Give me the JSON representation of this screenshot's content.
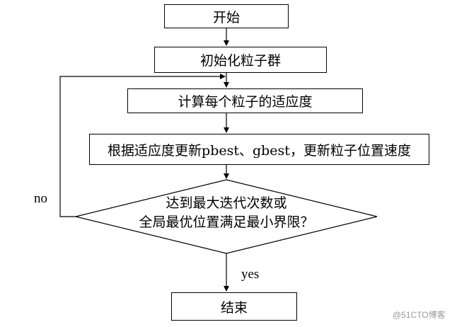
{
  "flowchart": {
    "start": "开始",
    "init": "初始化粒子群",
    "fitness": "计算每个粒子的适应度",
    "update": "根据适应度更新pbest、gbest，更新粒子位置速度",
    "decision_line1": "达到最大迭代次数或",
    "decision_line2": "全局最优位置满足最小界限？",
    "end": "结束",
    "no_label": "no",
    "yes_label": "yes"
  },
  "watermark": "@51CTO博客"
}
